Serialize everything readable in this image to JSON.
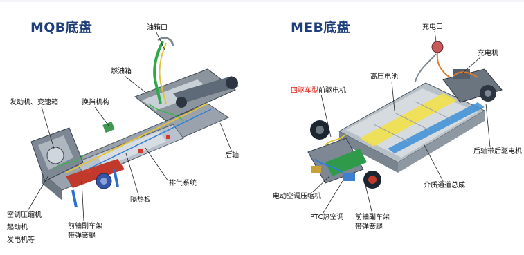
{
  "left_panel": {
    "title": "MQB底盘",
    "labels": {
      "fuel_filler": "油箱口",
      "fuel_tank": "燃油箱",
      "engine_gearbox": "发动机、变速箱",
      "shift_mechanism": "换挡机构",
      "rear_axle": "后轴",
      "exhaust_system": "排气系统",
      "heat_shield": "隔热板",
      "ac_compressor": "空调压缩机",
      "starter": "起动机",
      "generator": "发电机等",
      "front_subframe_line1": "前轴副车架",
      "front_subframe_line2": "带弹簧腿"
    }
  },
  "right_panel": {
    "title": "MEB底盘",
    "labels": {
      "charge_port": "充电口",
      "charger": "充电机",
      "hv_battery": "高压电池",
      "awd_prefix": "四驱车型",
      "front_motor": "前驱电机",
      "rear_axle_motor": "后轴带后驱电机",
      "media_channel": "介质通道总成",
      "electric_ac_compressor": "电动空调压缩机",
      "ptc_heater": "PTC热空调",
      "front_subframe_line1": "前轴副车架",
      "front_subframe_line2": "带弹簧腿"
    }
  },
  "colors": {
    "title": "#1f3f7a",
    "divider": "#7f7f7f",
    "highlight_red": "#e0241b",
    "battery_yellow": "#f2e04a",
    "channel_blue": "#3b8fd6"
  }
}
